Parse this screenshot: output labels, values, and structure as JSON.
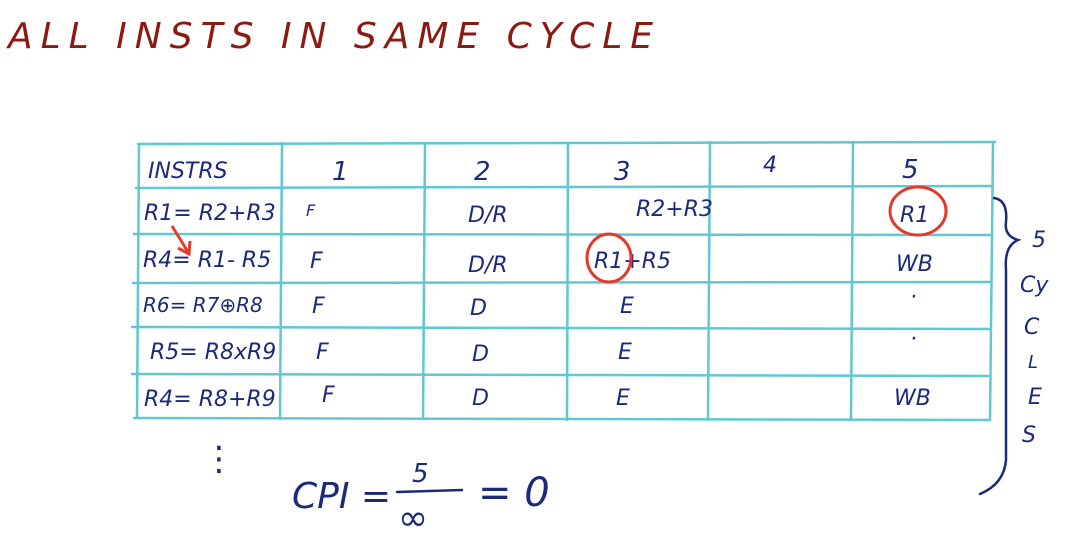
{
  "title": "ALL INSTS IN SAME CYCLE",
  "table": {
    "header": [
      "INSTRS",
      "1",
      "2",
      "3",
      "4",
      "5"
    ],
    "rows": [
      [
        "R1= R2+R3",
        "F",
        "D/R",
        "R2+R3",
        "",
        "R1"
      ],
      [
        "R4= R1- R5",
        "F",
        "D/R",
        "R1+R5",
        "",
        "WB"
      ],
      [
        "R6= R7⊕R8",
        "F",
        "D",
        "E",
        "",
        "·"
      ],
      [
        "R5= R8xR9",
        "F",
        "D",
        "E",
        "",
        "·"
      ],
      [
        "R4= R8+R9",
        "F",
        "D",
        "E",
        "",
        "WB"
      ]
    ]
  },
  "continuation": "⋮",
  "side_label": {
    "number": "5",
    "letters": [
      "Cy",
      "C",
      "L",
      "E",
      "S"
    ]
  },
  "formula": {
    "lhs": "CPI =",
    "numerator": "5",
    "denominator": "∞",
    "rhs": "= 0"
  },
  "colors": {
    "title": "#8a1a12",
    "ink": "#1d2a78",
    "grid": "#5fc8d0",
    "highlight": "#e23a2c"
  }
}
